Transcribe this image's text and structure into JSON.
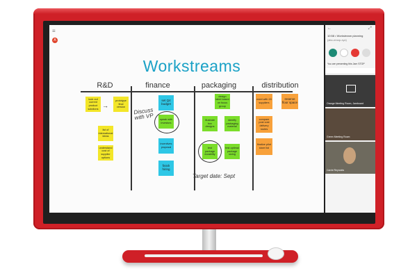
{
  "whiteboard": {
    "menu_icon": "hamburger-menu-icon",
    "account_badge": "A",
    "title": "Workstreams",
    "columns": [
      {
        "name": "R&D"
      },
      {
        "name": "finance"
      },
      {
        "name": "packaging"
      },
      {
        "name": "distribution"
      }
    ],
    "notes": {
      "rd": [
        "look out current product solutions",
        "prototype final version",
        "list of international ideas",
        "understand cost of supplier options"
      ],
      "finance": [
        "set Q4 budget",
        "speak with investors",
        "incentives proposal",
        "finish hiring"
      ],
      "packaging": [
        "design label based on focus group",
        "illustrate box designs",
        "identify packaging material",
        "test package durability",
        "test optimal package sizing"
      ],
      "distribution": [
        "meet with 15 suppliers",
        "reserve floor space",
        "compare post cost delivery routes",
        "finalize pilot store list"
      ]
    },
    "handwriting": {
      "discuss": "Discuss with VP",
      "target": "Target date: Sept"
    }
  },
  "meeting_panel": {
    "time_title": "10:58 • Workstream planning",
    "subtitle": "(abc-mnop-xyz)",
    "presenting_text": "You are presenting this Jam   STOP",
    "participants": [
      {
        "name": "Orange Meeting Room, Jamboard"
      },
      {
        "name": "Green Meeting Room"
      },
      {
        "name": "Carrie Reynolds"
      }
    ]
  },
  "colors": {
    "bezel": "#cf2027",
    "title": "#1aa1c6",
    "sticky_yellow": "#f3e628",
    "sticky_cyan": "#2ec7e6",
    "sticky_green": "#7bdd2a",
    "sticky_orange": "#f8a13a"
  }
}
